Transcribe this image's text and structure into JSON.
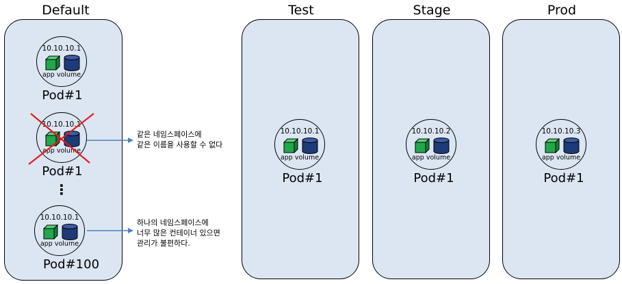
{
  "namespaces": [
    {
      "title": "Default"
    },
    {
      "title": "Test"
    },
    {
      "title": "Stage"
    },
    {
      "title": "Prod"
    }
  ],
  "pods": [
    {
      "ip": "10.10.10.1",
      "app_label": "app",
      "volume_label": "volume",
      "name": "Pod#1"
    },
    {
      "ip": "10.10.10.1",
      "app_label": "app",
      "volume_label": "volume",
      "name": "Pod#1",
      "crossed_out": true
    },
    {
      "ip": "10.10.10.1",
      "app_label": "app",
      "volume_label": "volume",
      "name": "Pod#100"
    },
    {
      "ip": "10.10.10.1",
      "app_label": "app",
      "volume_label": "volume",
      "name": "Pod#1"
    },
    {
      "ip": "10.10.10.2",
      "app_label": "app",
      "volume_label": "volume",
      "name": "Pod#1"
    },
    {
      "ip": "10.10.10.3",
      "app_label": "app",
      "volume_label": "volume",
      "name": "Pod#1"
    }
  ],
  "ellipsis": "⋮",
  "notes": [
    {
      "text": "같은 네임스페이스에\n같은 이름을 사용할 수 없다"
    },
    {
      "text": "하나의 네임스페이스에\n너무 많은 컨테이너 있으면\n관리가 불편하다."
    }
  ],
  "colors": {
    "namespace_fill": "#dce6f2",
    "app_green": "#21a84a",
    "volume_navy": "#1f3a78",
    "cross_red": "#e31a1c",
    "arrow_blue": "#4f81bd"
  }
}
